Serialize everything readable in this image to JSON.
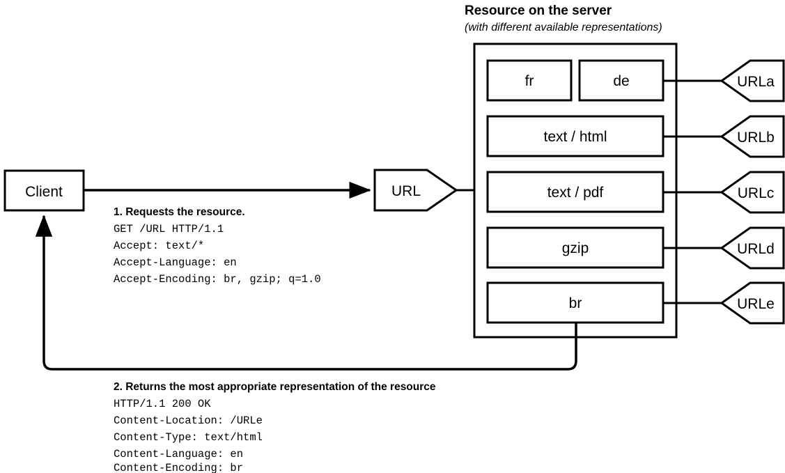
{
  "diagram": {
    "title": "Resource on the server",
    "subtitle": "(with different available representations)",
    "client": {
      "label": "Client"
    },
    "url_request_node": {
      "label": "URL"
    },
    "representations": [
      {
        "id": "rep-fr",
        "label": "fr"
      },
      {
        "id": "rep-de",
        "label": "de"
      },
      {
        "id": "rep-text-html",
        "label": "text / html"
      },
      {
        "id": "rep-text-pdf",
        "label": "text / pdf"
      },
      {
        "id": "rep-gzip",
        "label": "gzip"
      },
      {
        "id": "rep-br",
        "label": "br"
      }
    ],
    "urls": [
      {
        "id": "url-a",
        "label": "URLa"
      },
      {
        "id": "url-b",
        "label": "URLb"
      },
      {
        "id": "url-c",
        "label": "URLc"
      },
      {
        "id": "url-d",
        "label": "URLd"
      },
      {
        "id": "url-e",
        "label": "URLe"
      }
    ],
    "request": {
      "step_title": "1. Requests the resource.",
      "lines": [
        "GET /URL HTTP/1.1",
        "Accept: text/*",
        "Accept-Language: en",
        "Accept-Encoding: br, gzip; q=1.0"
      ]
    },
    "response": {
      "step_title": "2. Returns the most appropriate representation of the resource",
      "lines": [
        "HTTP/1.1 200 OK",
        "Content-Location: /URLe",
        "Content-Type: text/html",
        "Content-Language: en",
        "Content-Encoding: br"
      ]
    },
    "colors": {
      "stroke": "#000000",
      "fill": "#ffffff",
      "text": "#000000"
    }
  }
}
